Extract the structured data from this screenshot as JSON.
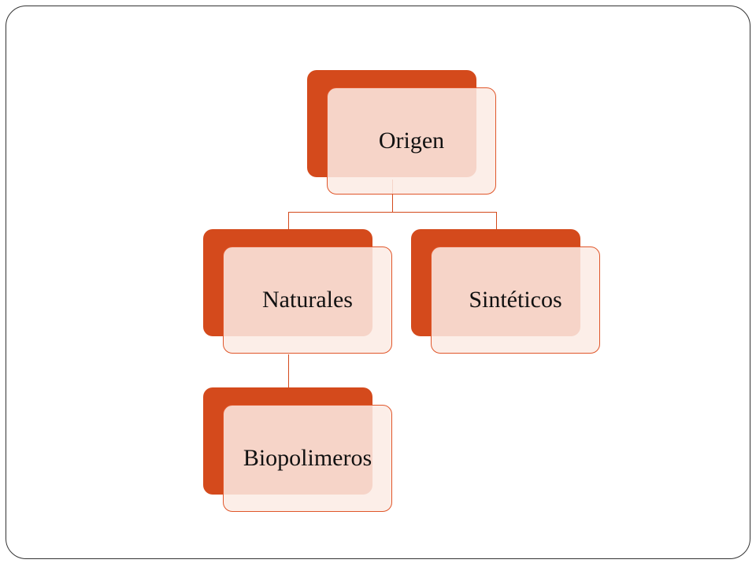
{
  "diagram": {
    "type": "hierarchy",
    "colors": {
      "accent": "#d44a1c",
      "node_fill": "#fcebe4",
      "border": "#e0562a",
      "frame": "#333333"
    },
    "root": {
      "label": "Origen",
      "children": [
        {
          "label": "Naturales",
          "children": [
            {
              "label": "Biopolimeros"
            }
          ]
        },
        {
          "label": "Sintéticos"
        }
      ]
    }
  }
}
